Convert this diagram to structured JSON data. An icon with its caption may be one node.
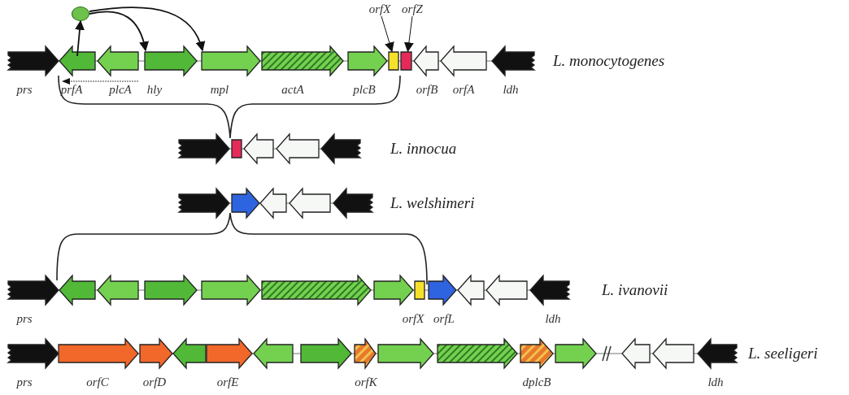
{
  "diagram": {
    "nodes": [
      {
        "text": [],
        "shape": "circle"
      },
      {
        "text": [
          "orfX"
        ]
      },
      {
        "text": [
          "orfZ"
        ]
      },
      {
        "text": [],
        "shape": "arrow",
        "beside": [
          "prs"
        ]
      },
      {
        "text": [],
        "shape": "arrow",
        "beside": [
          "prfA"
        ]
      },
      {
        "text": [],
        "shape": "arrow",
        "beside": [
          "plcA"
        ]
      },
      {
        "text": [],
        "shape": "arrow",
        "beside": [
          "hly"
        ]
      },
      {
        "text": [],
        "shape": "arrow",
        "beside": [
          "mpl"
        ]
      },
      {
        "text": [],
        "shape": "arrow",
        "beside": [
          "actA"
        ]
      },
      {
        "text": [],
        "shape": "arrow",
        "beside": [
          "plcB"
        ]
      },
      {
        "text": [],
        "shape": "box"
      },
      {
        "text": [],
        "shape": "box"
      },
      {
        "text": [],
        "shape": "arrow",
        "beside": [
          "orfB"
        ]
      },
      {
        "text": [],
        "shape": "arrow",
        "beside": [
          "orfA"
        ]
      },
      {
        "text": [],
        "shape": "arrow",
        "beside": [
          "ldh"
        ]
      },
      {
        "text": [],
        "shape": "arrow"
      },
      {
        "text": [],
        "shape": "box"
      },
      {
        "text": [],
        "shape": "arrow"
      },
      {
        "text": [],
        "shape": "arrow"
      },
      {
        "text": [],
        "shape": "arrow"
      },
      {
        "text": [],
        "shape": "arrow"
      },
      {
        "text": [],
        "shape": "arrow"
      },
      {
        "text": [],
        "shape": "arrow"
      },
      {
        "text": [],
        "shape": "arrow"
      },
      {
        "text": [],
        "shape": "arrow"
      },
      {
        "text": [],
        "shape": "arrow",
        "beside": [
          "prs"
        ]
      },
      {
        "text": [],
        "shape": "arrow"
      },
      {
        "text": [],
        "shape": "arrow"
      },
      {
        "text": [],
        "shape": "arrow"
      },
      {
        "text": [],
        "shape": "arrow"
      },
      {
        "text": [],
        "shape": "arrow"
      },
      {
        "text": [],
        "shape": "arrow"
      },
      {
        "text": [],
        "shape": "box",
        "beside": [
          "orfX"
        ]
      },
      {
        "text": [],
        "shape": "arrow",
        "beside": [
          "orfL"
        ]
      },
      {
        "text": [],
        "shape": "arrow"
      },
      {
        "text": [],
        "shape": "arrow"
      },
      {
        "text": [],
        "shape": "arrow",
        "beside": [
          "ldh"
        ]
      },
      {
        "text": [],
        "shape": "arrow",
        "beside": [
          "prs"
        ]
      },
      {
        "text": [],
        "shape": "arrow",
        "beside": [
          "orfC"
        ]
      },
      {
        "text": [],
        "shape": "arrow",
        "beside": [
          "orfD"
        ]
      },
      {
        "text": [],
        "shape": "arrow"
      },
      {
        "text": [],
        "shape": "arrow",
        "beside": [
          "orfE"
        ]
      },
      {
        "text": [],
        "shape": "arrow"
      },
      {
        "text": [],
        "shape": "arrow"
      },
      {
        "text": [],
        "shape": "arrow",
        "beside": [
          "orfK"
        ]
      },
      {
        "text": [],
        "shape": "arrow"
      },
      {
        "text": [],
        "shape": "arrow"
      },
      {
        "text": [],
        "shape": "arrow",
        "beside": [
          "dplcB"
        ]
      },
      {
        "text": [],
        "shape": "arrow"
      },
      {
        "text": [],
        "shape": "arrow"
      },
      {
        "text": [],
        "shape": "arrow"
      },
      {
        "text": [],
        "shape": "arrow",
        "beside": [
          "ldh"
        ]
      }
    ],
    "edges": [
      {
        "from": 4,
        "to": 0,
        "arrow": "to"
      },
      {
        "from": 0,
        "to": 6,
        "arrow": "to"
      },
      {
        "from": 0,
        "to": 7,
        "arrow": "to"
      },
      {
        "from": 1,
        "to": 10,
        "arrow": "to"
      },
      {
        "from": 2,
        "to": 11,
        "arrow": "to"
      }
    ],
    "labels": [
      "L. monocytogenes",
      "L. innocua",
      "L. welshimeri",
      "L. ivanovii",
      "L. seeligeri"
    ]
  }
}
